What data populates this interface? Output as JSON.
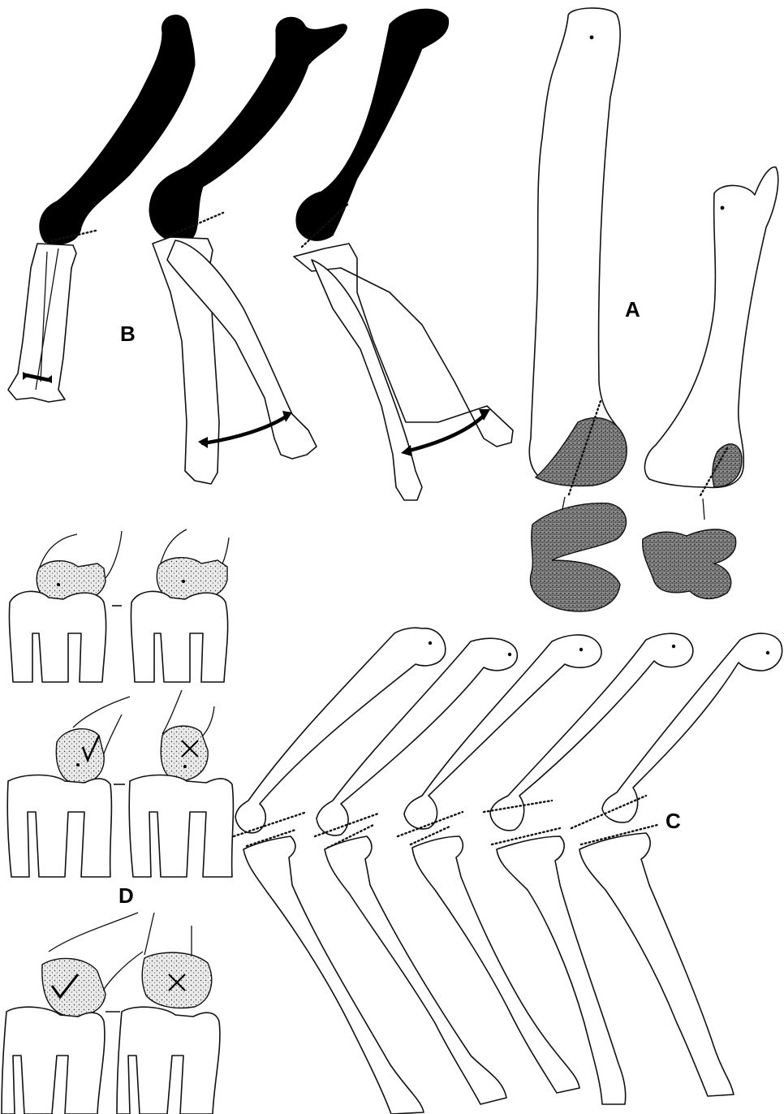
{
  "panels": {
    "a": {
      "label": "A"
    },
    "b": {
      "label": "B"
    },
    "c": {
      "label": "C"
    },
    "d": {
      "label": "D"
    }
  },
  "marks": {
    "check_symbol": "check-mark",
    "cross_symbol": "cross-mark"
  }
}
